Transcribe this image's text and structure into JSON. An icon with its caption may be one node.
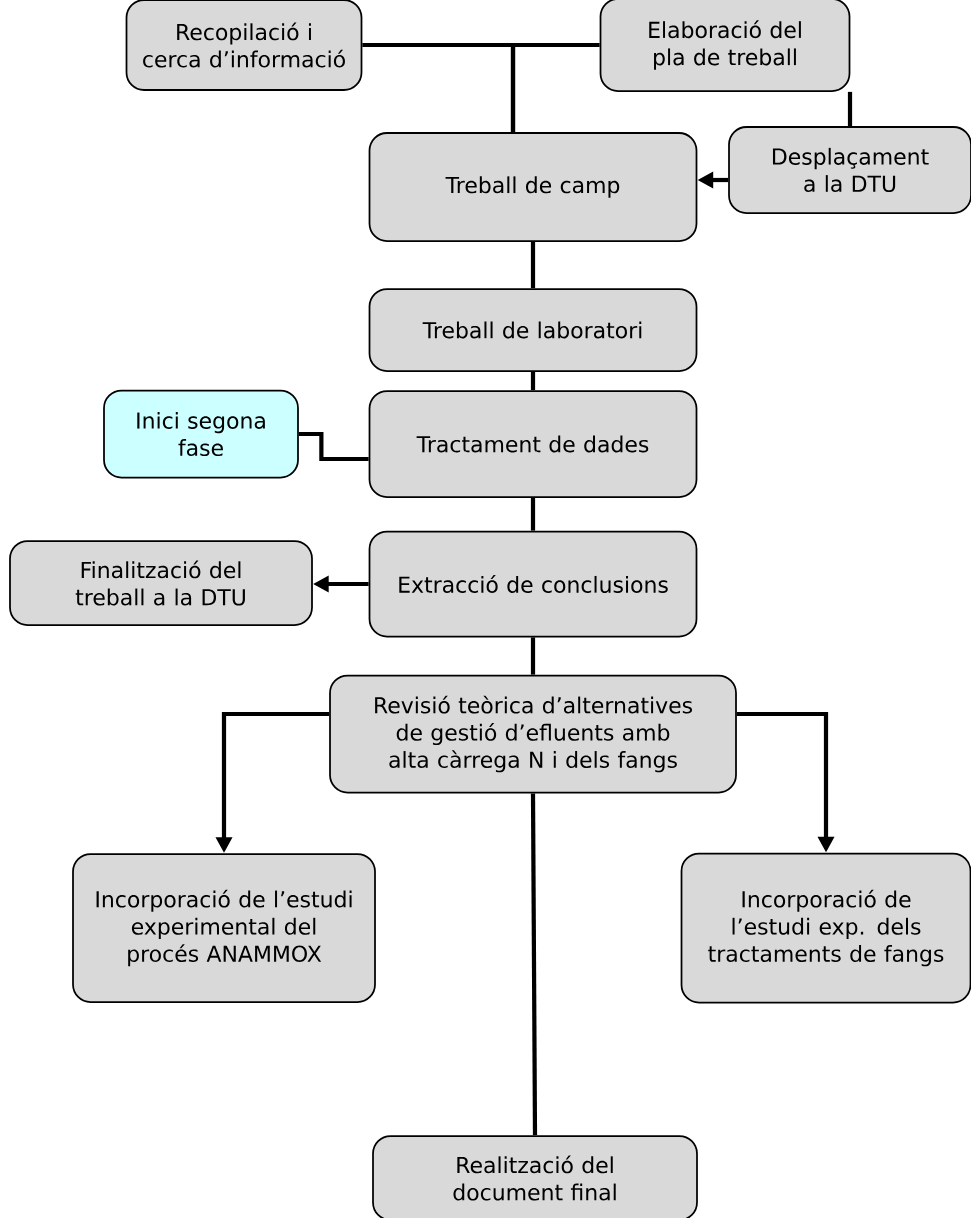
{
  "diagram": {
    "nodes": [
      {
        "text": [
          "Recopilació i cerca d’informació"
        ]
      },
      {
        "text": [
          "Elaboració del pla de treball"
        ]
      },
      {
        "text": [
          "Desplaçament a la DTU"
        ]
      },
      {
        "text": [
          "Treball de camp"
        ]
      },
      {
        "text": [
          "Treball de laboratori"
        ]
      },
      {
        "text": [
          "Inici segona fase"
        ]
      },
      {
        "text": [
          "Tractament de dades"
        ]
      },
      {
        "text": [
          "Finalització del treball a la DTU"
        ]
      },
      {
        "text": [
          "Extracció de conclusions"
        ]
      },
      {
        "text": [
          "Revisió teòrica d’alternatives de gestió d’efluents amb alta càrrega N i dels fangs"
        ]
      },
      {
        "text": [
          "Incorporació de l’estudi experimental del procés ANAMMOX"
        ]
      },
      {
        "text": [
          "Incorporació de l’estudi exp. dels tractaments de fangs"
        ]
      },
      {
        "text": [
          "Realització del document final"
        ]
      }
    ],
    "edges": [
      {
        "from": 0,
        "to": 3,
        "arrow": "none"
      },
      {
        "from": 1,
        "to": 3,
        "arrow": "none"
      },
      {
        "from": 1,
        "to": 2,
        "arrow": "none"
      },
      {
        "from": 2,
        "to": 3,
        "arrow": "to"
      },
      {
        "from": 3,
        "to": 4,
        "arrow": "none"
      },
      {
        "from": 4,
        "to": 6,
        "arrow": "none"
      },
      {
        "from": 5,
        "to": 6,
        "arrow": "none"
      },
      {
        "from": 6,
        "to": 8,
        "arrow": "none"
      },
      {
        "from": 8,
        "to": 7,
        "arrow": "to"
      },
      {
        "from": 8,
        "to": 9,
        "arrow": "none"
      },
      {
        "from": 9,
        "to": 10,
        "arrow": "to"
      },
      {
        "from": 9,
        "to": 11,
        "arrow": "to"
      },
      {
        "from": 9,
        "to": 12,
        "arrow": "none"
      }
    ]
  }
}
